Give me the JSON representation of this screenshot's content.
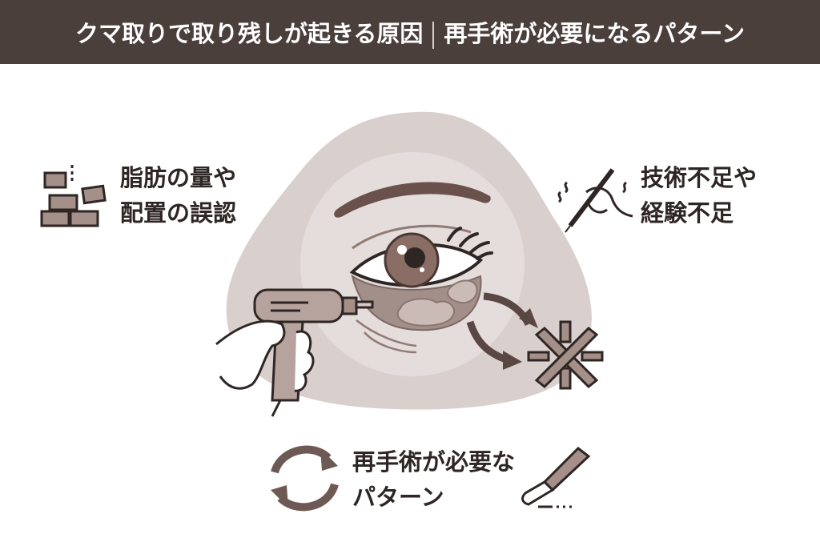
{
  "header": {
    "title_part1": "クマ取りで取り残しが起きる原因",
    "title_part2": "再手術が必要になるパターン"
  },
  "causes": [
    {
      "icon": "blocks-icon",
      "lines": [
        "脂肪の量や",
        "配置の誤認"
      ]
    },
    {
      "icon": "shaking-hand-pen-icon",
      "lines": [
        "技術不足や",
        "経験不足"
      ]
    },
    {
      "icon": "cycle-arrows-icon",
      "lines": [
        "再手術が必要な",
        "パターン"
      ]
    }
  ],
  "colors": {
    "title_bg": "#4b3f3c",
    "accent_brown": "#6e5a55",
    "blob": "#d9d0cd",
    "text": "#2e2624"
  }
}
